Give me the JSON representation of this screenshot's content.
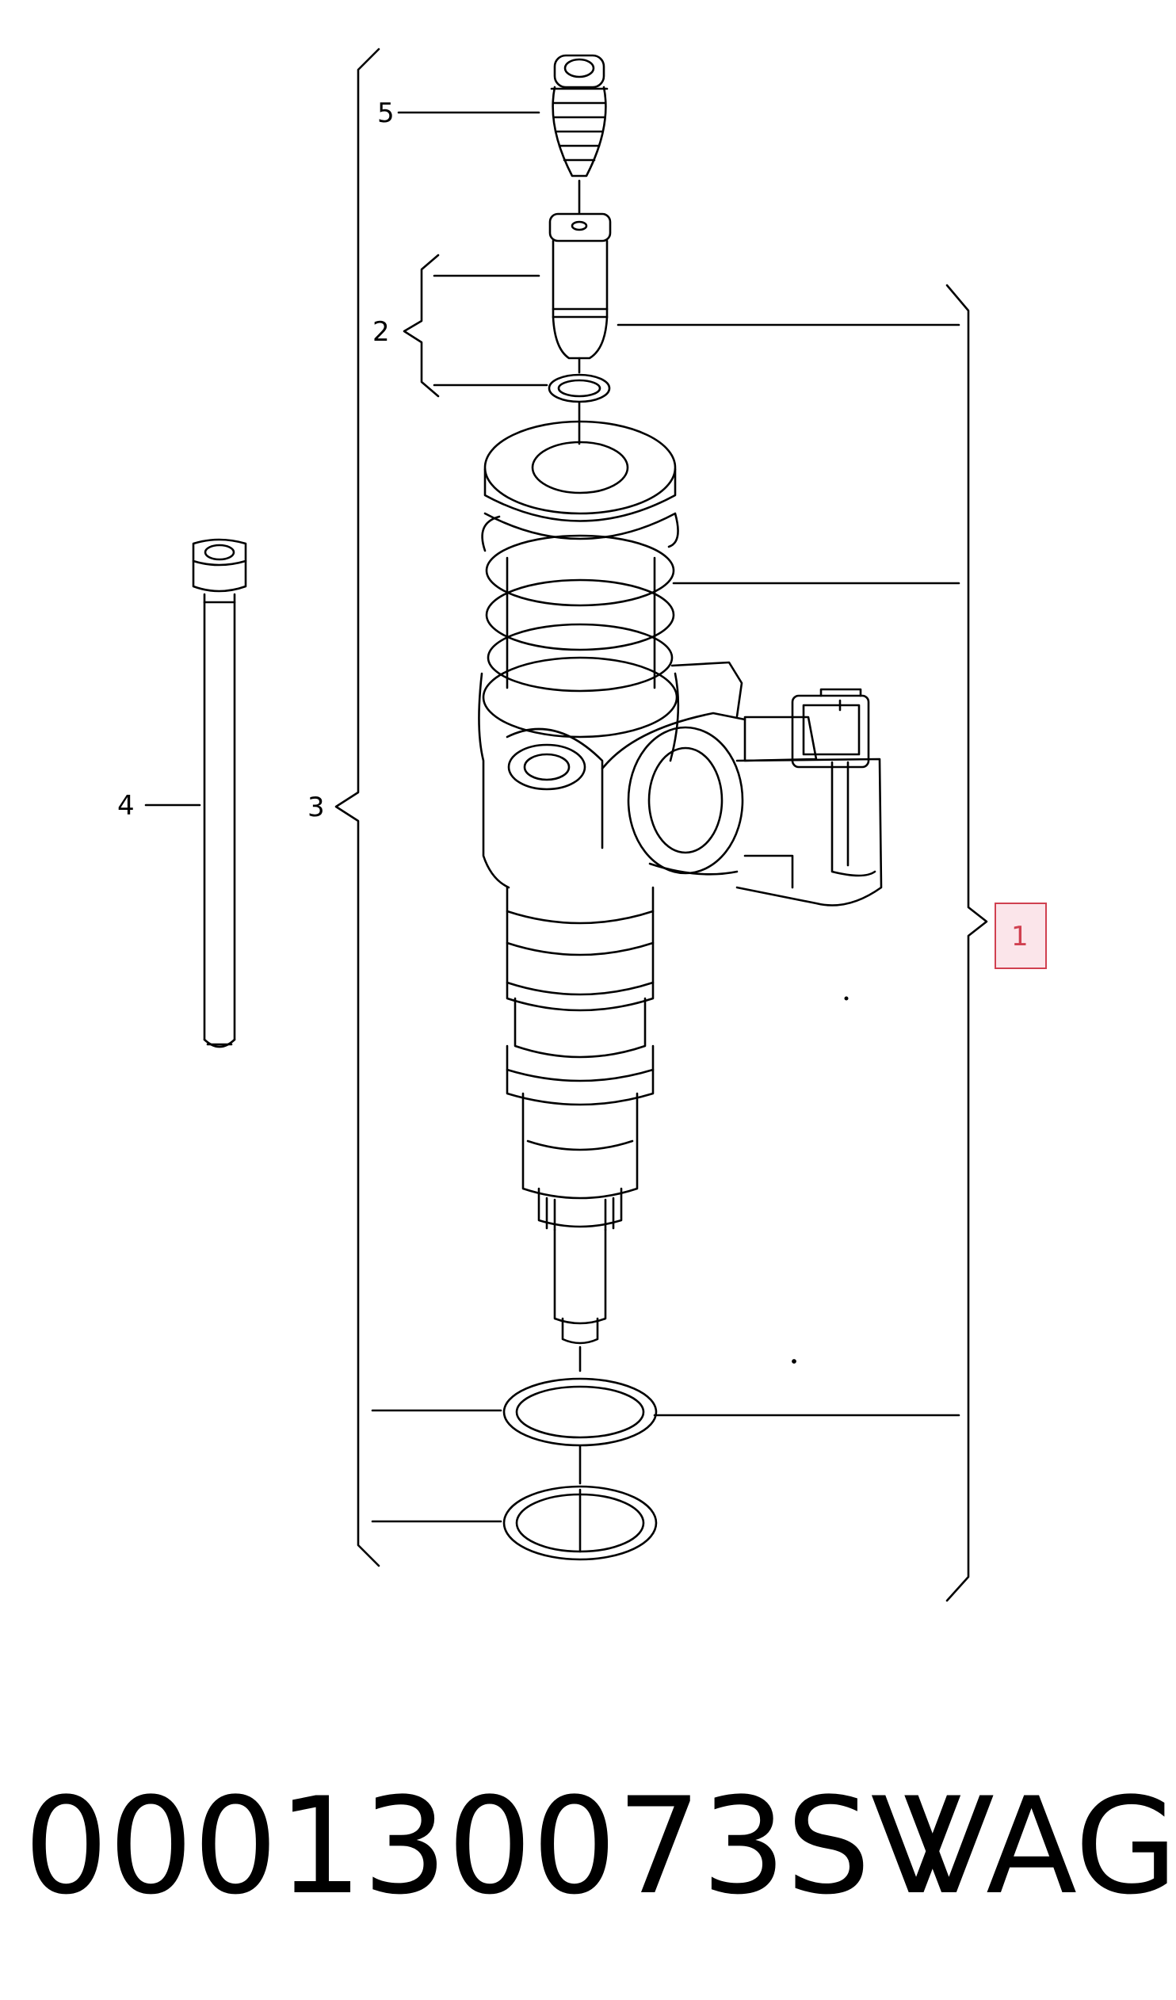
{
  "callouts": {
    "c1": "1",
    "c2": "2",
    "c3": "3",
    "c4": "4",
    "c5": "5"
  },
  "caption": {
    "part_number": "000130073SV",
    "brand": "VAG"
  },
  "colors": {
    "line": "#000000",
    "highlight_border": "#d04050",
    "highlight_fill": "#fbe5ea"
  }
}
